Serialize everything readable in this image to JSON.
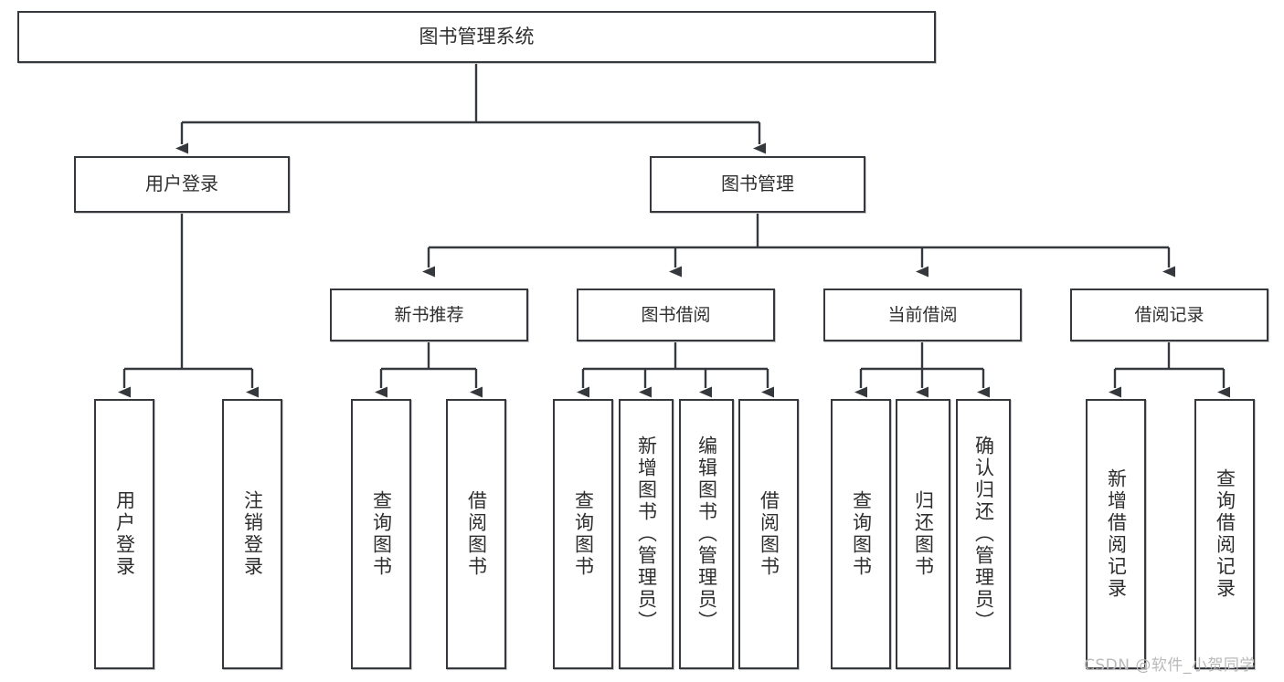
{
  "diagram": {
    "type": "tree-hierarchy-chart",
    "title": "图书管理系统",
    "watermark": "CSDN @软件_小贺同学",
    "colors": {
      "box_border": "#35383c",
      "box_fill": "#ffffff",
      "connector": "#35383c",
      "text": "#2e2e2e",
      "watermark": "#b9b9b9"
    },
    "root": {
      "label": "图书管理系统"
    },
    "level1": [
      {
        "label": "用户登录"
      },
      {
        "label": "图书管理"
      }
    ],
    "level2": [
      {
        "label": "新书推荐"
      },
      {
        "label": "图书借阅"
      },
      {
        "label": "当前借阅"
      },
      {
        "label": "借阅记录"
      }
    ],
    "leaves": {
      "user_login": [
        {
          "label": "用户登录"
        },
        {
          "label": "注销登录"
        }
      ],
      "new_book": [
        {
          "label": "查询图书"
        },
        {
          "label": "借阅图书"
        }
      ],
      "borrow_book": [
        {
          "label": "查询图书"
        },
        {
          "label": "新增图书（管理员）"
        },
        {
          "label": "编辑图书（管理员）"
        },
        {
          "label": "借阅图书"
        }
      ],
      "current_borrow": [
        {
          "label": "查询图书"
        },
        {
          "label": "归还图书"
        },
        {
          "label": "确认归还（管理员）"
        }
      ],
      "borrow_record": [
        {
          "label": "新增借阅记录"
        },
        {
          "label": "查询借阅记录"
        }
      ]
    }
  }
}
